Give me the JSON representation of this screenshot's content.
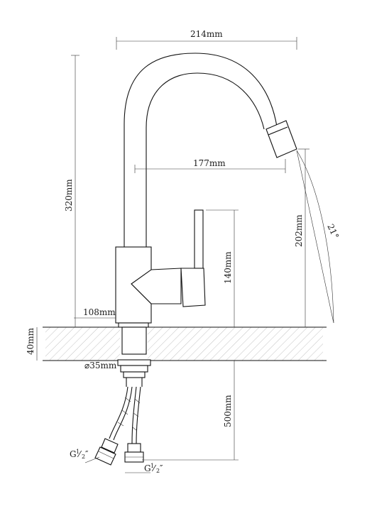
{
  "dimensions": {
    "overall_width": "214mm",
    "spout_reach": "177mm",
    "total_height": "320mm",
    "outlet_height": "202mm",
    "lever_height": "140mm",
    "base_height": "108mm",
    "counter_thickness": "40mm",
    "hole_diameter": "⌀35mm",
    "hose_length": "500mm",
    "spout_angle": "21°"
  },
  "threads": {
    "left": {
      "prefix": "G",
      "num": "1",
      "den": "2",
      "suffix": "″"
    },
    "right": {
      "prefix": "G",
      "num": "1",
      "den": "2",
      "suffix": "″"
    }
  }
}
